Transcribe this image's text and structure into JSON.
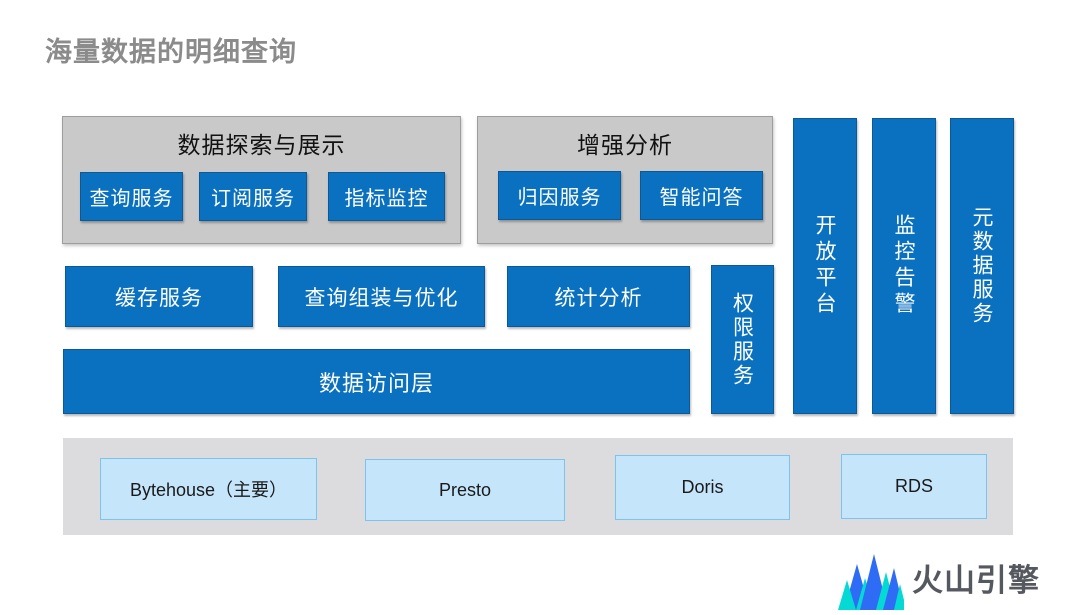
{
  "page": {
    "title": "海量数据的明细查询"
  },
  "panels": [
    {
      "label": "数据探索与展示",
      "children": [
        "查询服务",
        "订阅服务",
        "指标监控"
      ]
    },
    {
      "label": "增强分析",
      "children": [
        "归因服务",
        "智能问答"
      ]
    }
  ],
  "middle_row": [
    "缓存服务",
    "查询组装与优化",
    "统计分析"
  ],
  "data_access_layer": "数据访问层",
  "permission_service": "权限服务",
  "vertical_services": [
    "开放平台",
    "监控告警",
    "元数据服务"
  ],
  "engines": [
    "Bytehouse（主要）",
    "Presto",
    "Doris",
    "RDS"
  ],
  "logo": {
    "text": "火山引擎",
    "icon": "volcano-mountains-icon"
  },
  "colors": {
    "primary_blue": "#0a71c0",
    "blue_border": "#0b5a97",
    "panel_gray": "#c9c9c9",
    "panel_border": "#9d9d9d",
    "strip_gray": "#dcdcdf",
    "engine_fill": "#c5e5fb",
    "engine_border": "#7cc4f0",
    "title_gray": "#8b8b8b",
    "logo_text_gray": "#55585f",
    "logo_blue": "#2f6cf6",
    "logo_cyan": "#04d9d3"
  }
}
